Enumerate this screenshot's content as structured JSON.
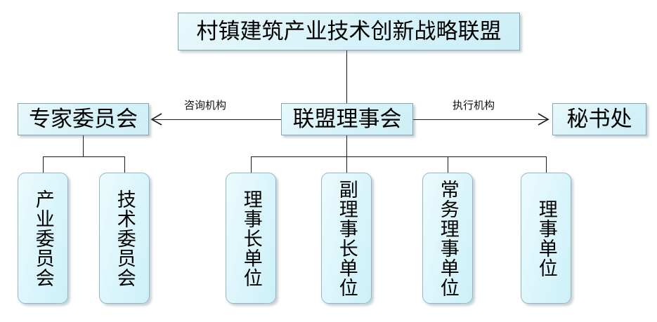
{
  "diagram": {
    "type": "organizational-chart",
    "title_node": {
      "label": "村镇建筑产业技术创新战略联盟"
    },
    "level2": {
      "left": {
        "label": "专家委员会"
      },
      "center": {
        "label": "联盟理事会"
      },
      "right": {
        "label": "秘书处"
      }
    },
    "edge_labels": {
      "left": "咨询机构",
      "right": "执行机构"
    },
    "expert_committee_children": [
      {
        "label": "产业委员会"
      },
      {
        "label": "技术委员会"
      }
    ],
    "council_children": [
      {
        "label": "理事长单位"
      },
      {
        "label": "副理事长单位"
      },
      {
        "label": "常务理事单位"
      },
      {
        "label": "理事单位"
      }
    ],
    "colors": {
      "node_fill": "#d6f2f8",
      "node_border": "#7ea8b4",
      "line": "#1a1a1a",
      "text": "#000000",
      "background": "#ffffff"
    }
  }
}
